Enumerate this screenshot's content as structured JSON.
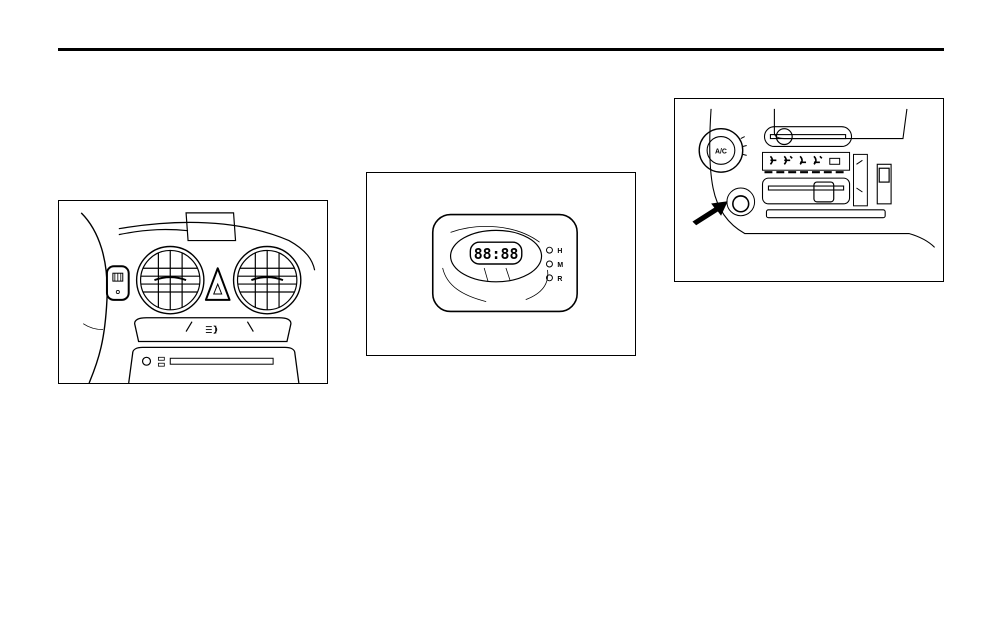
{
  "figures": {
    "dashboard_center": {
      "icons": [
        "rear-defrost-icon",
        "hazard-icon",
        "fog-light-icon"
      ]
    },
    "clock": {
      "display": "88:88",
      "buttons": [
        {
          "label": "H"
        },
        {
          "label": "M"
        },
        {
          "label": "R"
        }
      ]
    },
    "climate_control": {
      "ac_label": "A/C",
      "icons": [
        "arrow-icon",
        "fan-knob-icon",
        "air-mode-icons",
        "recirculation-icon"
      ]
    }
  }
}
